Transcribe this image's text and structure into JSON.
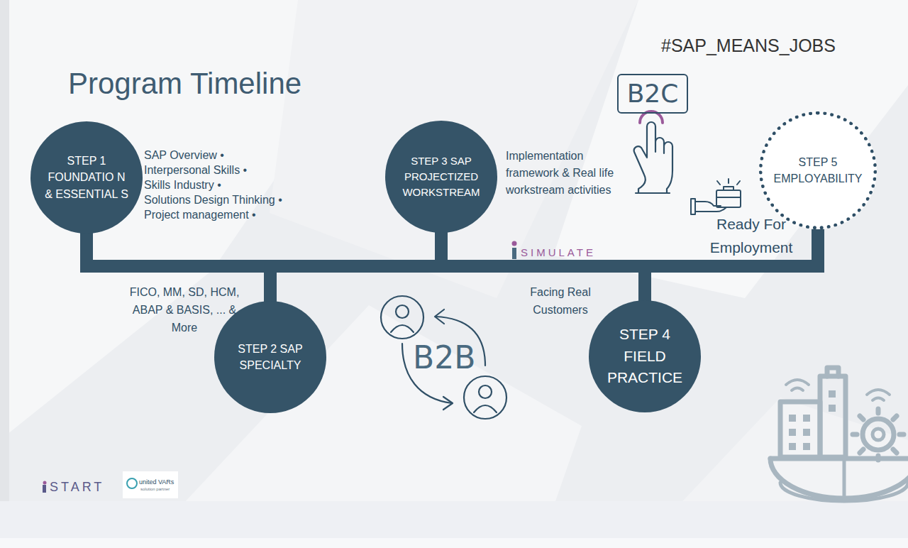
{
  "diagram": {
    "title": "Program Timeline",
    "nodes": [
      {
        "text": [
          "STEP 1 FOUNDATIO N & ESSENTIAL S"
        ]
      },
      {
        "text": [
          "STEP 2 SAP SPECIALTY"
        ]
      },
      {
        "text": [
          "STEP 3 SAP PROJECTIZED WORKSTREAM"
        ]
      },
      {
        "text": [
          "B2C"
        ]
      },
      {
        "text": [
          "STEP 4 FIELD PRACTICE"
        ]
      },
      {
        "text": [
          "STEP 5 EMPLOYABILITY"
        ]
      }
    ],
    "edges": [
      {
        "from": 0,
        "to": 1,
        "arrow": "none"
      },
      {
        "from": 1,
        "to": 2,
        "arrow": "none"
      },
      {
        "from": 2,
        "to": 4,
        "arrow": "none"
      },
      {
        "from": 4,
        "to": 5,
        "arrow": "none"
      }
    ],
    "labels": [
      "#SAP_MEANS_JOBS",
      "SAP Overview •",
      "Interpersonal Skills •",
      "Skills Industry •",
      "Solutions Design Thinking •",
      "Project management •",
      "FICO, MM, SD, HCM, ABAP & BASIS, ... & More",
      "Implementation framework & Real life workstream activities",
      "B2B",
      "SIMULATE",
      "Facing Real Customers",
      "Ready For Employment",
      "START",
      "united VARs",
      "solution partner"
    ]
  }
}
